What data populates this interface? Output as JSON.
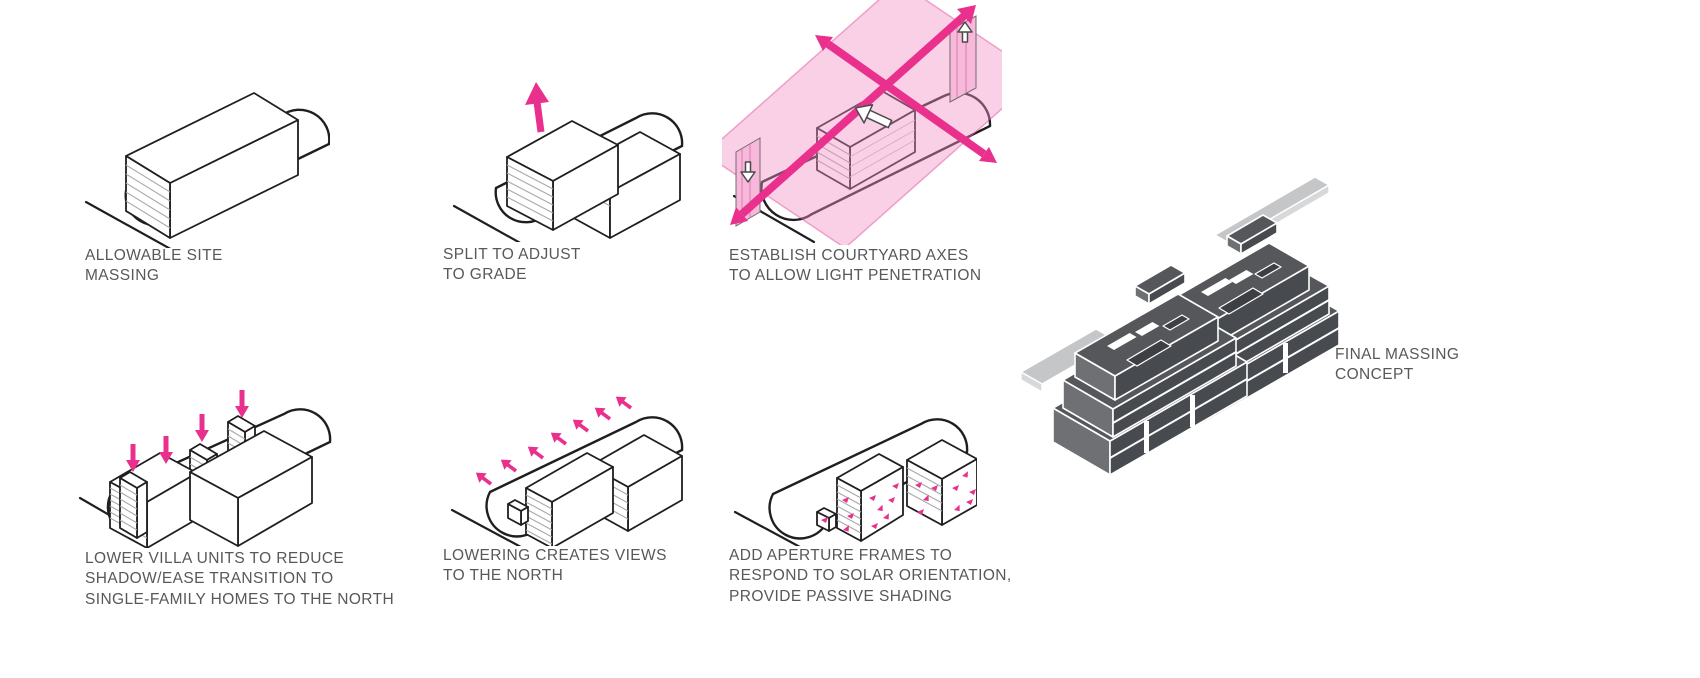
{
  "title": "Massing concept diagram",
  "colors": {
    "accent_pink": "#E9308C",
    "light_pink_plane": "#F4AAD2",
    "line_dark": "#1F1F21",
    "stripe_grey": "#A7A9AC",
    "text_grey": "#57585B",
    "mass_dark": "#56575B",
    "mass_mid": "#6E7074",
    "mass_light": "#C5C6C8"
  },
  "steps": [
    {
      "id": 1,
      "figure": "allowable-site-massing",
      "caption": "ALLOWABLE SITE\nMASSING"
    },
    {
      "id": 2,
      "figure": "split-to-adjust-to-grade",
      "caption": "SPLIT TO ADJUST\nTO GRADE"
    },
    {
      "id": 3,
      "figure": "establish-courtyard-axes",
      "caption": "ESTABLISH COURTYARD AXES\nTO ALLOW LIGHT PENETRATION"
    },
    {
      "id": 4,
      "figure": "lower-villa-units",
      "caption": "LOWER VILLA UNITS TO REDUCE\nSHADOW/EASE TRANSITION TO\nSINGLE-FAMILY HOMES TO THE NORTH"
    },
    {
      "id": 5,
      "figure": "lowering-creates-views",
      "caption": "LOWERING CREATES VIEWS\nTO THE NORTH"
    },
    {
      "id": 6,
      "figure": "add-aperture-frames",
      "caption": "ADD APERTURE FRAMES TO\nRESPOND TO SOLAR ORIENTATION,\nPROVIDE PASSIVE SHADING"
    }
  ],
  "final": {
    "figure": "final-massing-concept",
    "caption": "FINAL MASSING\nCONCEPT"
  }
}
